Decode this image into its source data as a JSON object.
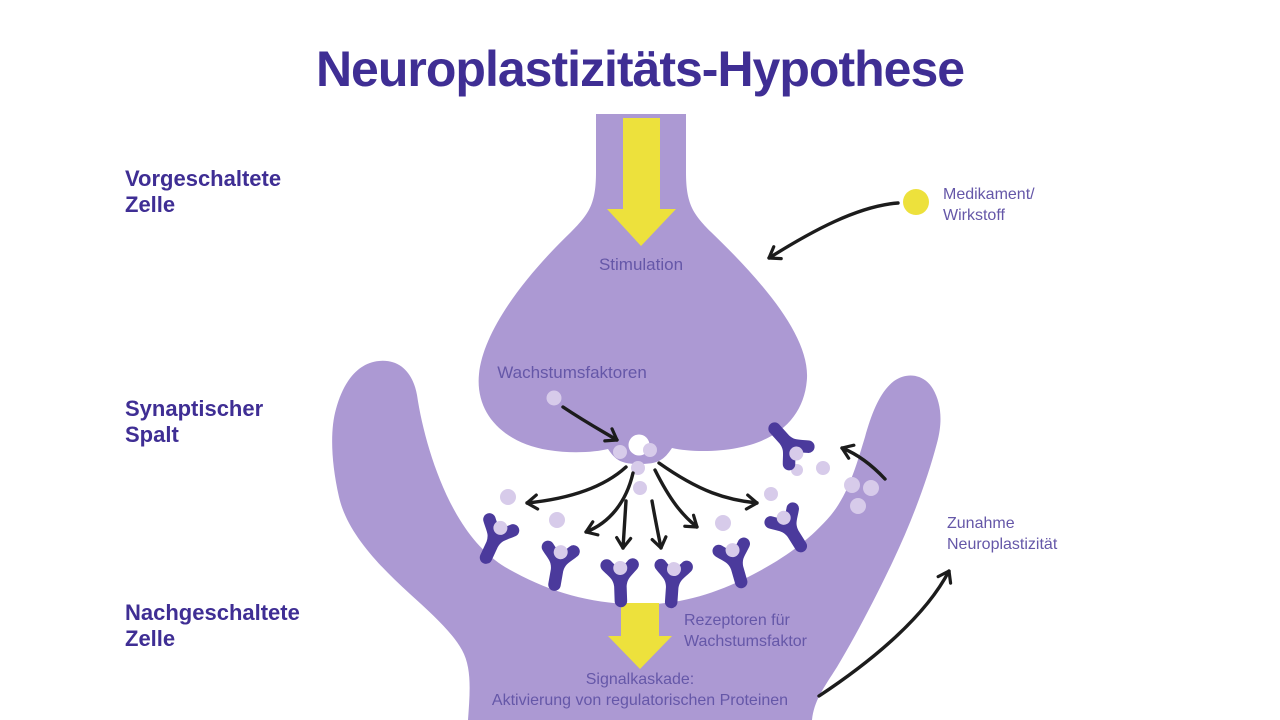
{
  "title": "Neuroplastizitäts-Hypothese",
  "region_labels": {
    "presynaptic": "Vorgeschaltete Zelle",
    "cleft": "Synaptischer Spalt",
    "postsynaptic": "Nachgeschaltete Zelle"
  },
  "annotations": {
    "stimulation": "Stimulation",
    "growth_factors": "Wachstumsfaktoren",
    "drug": "Medikament/ Wirkstoff",
    "receptors": "Rezeptoren für Wachstumsfaktor",
    "cascade_title": "Signalkaskade:",
    "cascade_detail": "Aktivierung von regulatorischen Proteinen",
    "plasticity_increase": "Zunahme Neuroplastizität"
  },
  "icons": {
    "drug_marker": "yellow-dot",
    "stimulation_arrow": "down-arrow",
    "cascade_arrow": "down-arrow",
    "receptor": "y-shaped-receptor",
    "vesicle": "small-dot",
    "flow_arrows": "hand-drawn-curved-arrows"
  },
  "colors": {
    "bg": "#ffffff",
    "heading": "#3f2e94",
    "label": "#6557a8",
    "cell": "#ac99d3",
    "receptor": "#4b3a9c",
    "vesicle": "#d7cbea",
    "accent": "#ede13c",
    "arrow": "#1c1c1c"
  }
}
